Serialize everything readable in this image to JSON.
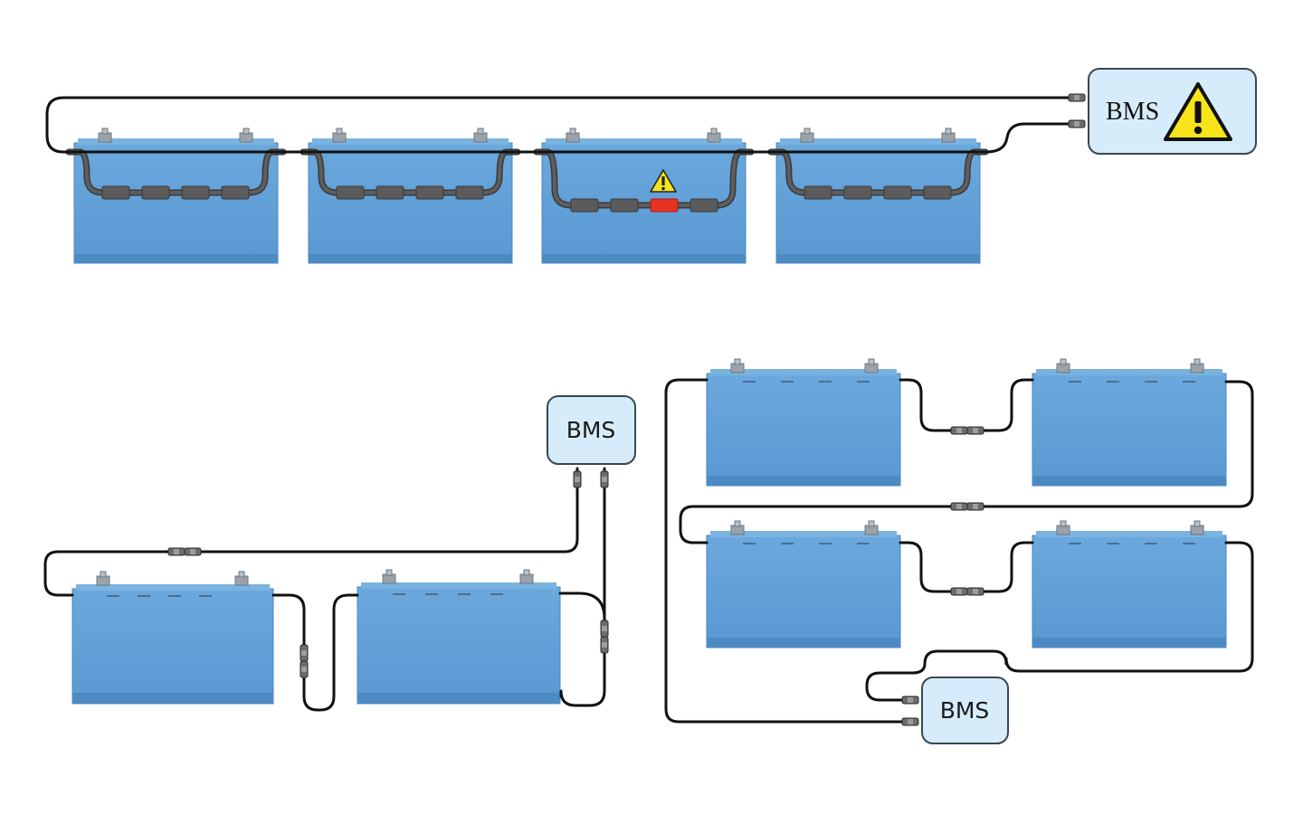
{
  "top_bms": {
    "label": "BMS",
    "warning_icon": "warning-triangle-icon"
  },
  "bottom_left_bms": {
    "label": "BMS"
  },
  "bottom_right_bms": {
    "label": "BMS"
  },
  "colors": {
    "battery_blue": "#5b9bd5",
    "battery_light": "#78b4e6",
    "bms_fill": "#d6ecfa",
    "faulty_cell": "#e83222",
    "warning_yellow": "#f7e31a",
    "cell_gray": "#5b5b5b"
  },
  "top_row": {
    "batteries": [
      {
        "name": "battery-1",
        "faulty": false
      },
      {
        "name": "battery-2",
        "faulty": false
      },
      {
        "name": "battery-3",
        "faulty": true
      },
      {
        "name": "battery-4",
        "faulty": false
      }
    ]
  }
}
